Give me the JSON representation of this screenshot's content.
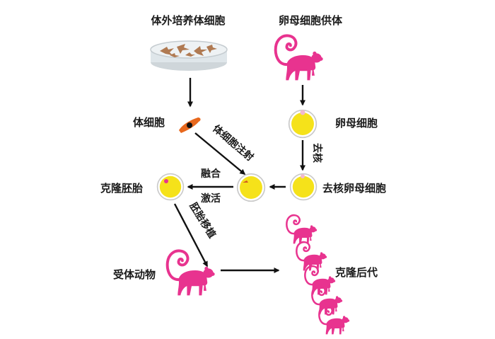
{
  "diagram": {
    "labels": {
      "somatic_culture": "体外培养体细胞",
      "oocyte_donor": "卵母细胞供体",
      "somatic_cell": "体细胞",
      "oocyte": "卵母细胞",
      "enucleation": "去核",
      "enucleated_oocyte": "去核卵母细胞",
      "somatic_injection": "体细胞注射",
      "fusion": "融合",
      "activation": "激活",
      "cloned_embryo": "克隆胚胎",
      "embryo_transfer": "胚胎移植",
      "recipient": "受体动物",
      "cloned_offspring": "克隆后代"
    },
    "colors": {
      "monkey": "#e8338f",
      "egg_fill": "#f5e21a",
      "egg_ring": "#c9c9c9",
      "somatic_cell": "#e8681d",
      "dish": "#dfe6ea",
      "arrow": "#111111"
    },
    "icons": {
      "culture_dish": "petri-dish-icon",
      "monkey": "monkey-icon",
      "egg": "egg-cell-icon",
      "somatic": "somatic-cell-icon"
    }
  }
}
